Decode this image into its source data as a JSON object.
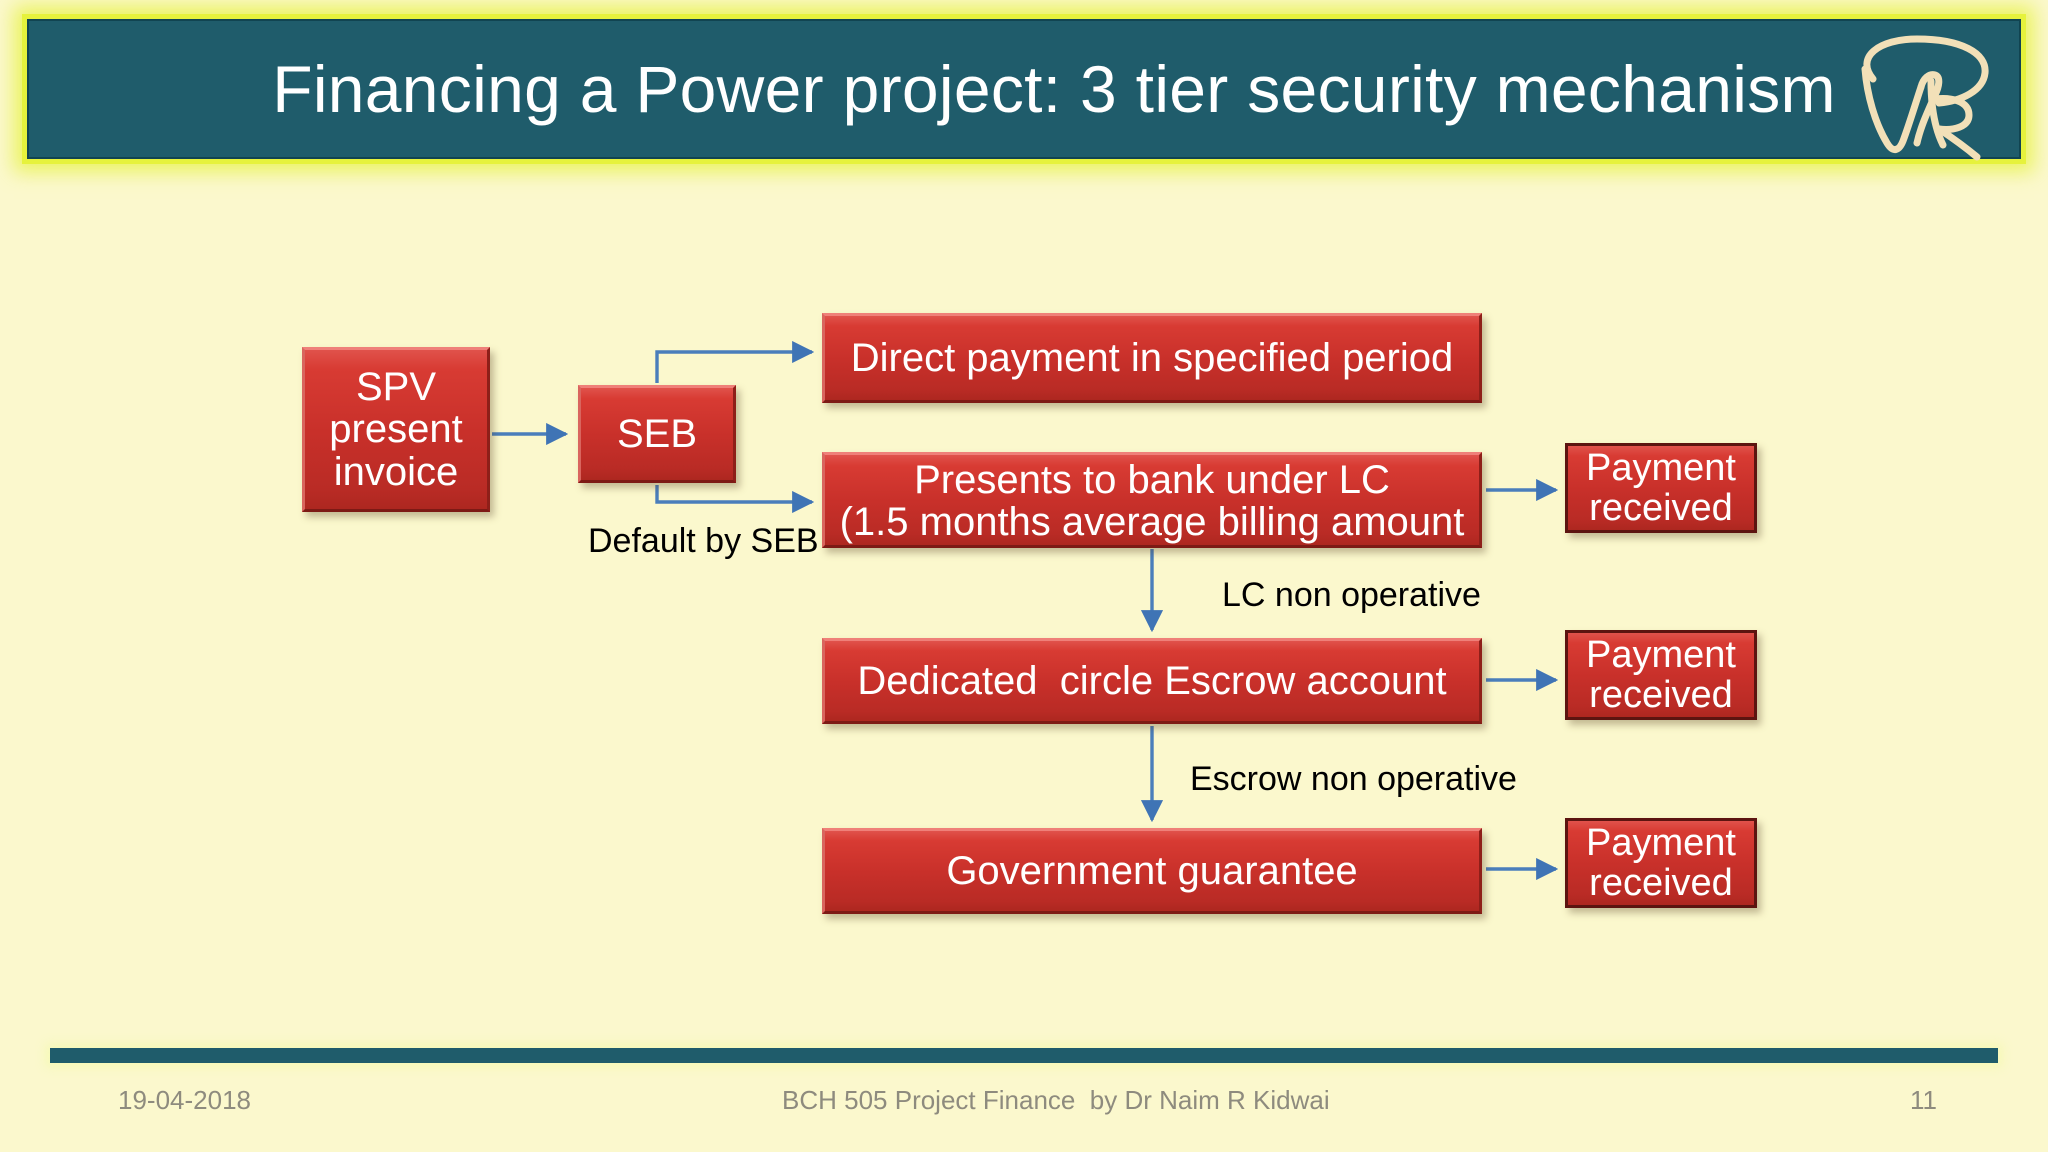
{
  "slide": {
    "background_color": "#fbf8cd",
    "accent_teal": "#1f5c6b",
    "accent_yellow": "#e6f23c",
    "box_red": "#c8302a"
  },
  "header": {
    "title": "Financing a Power project: 3 tier security mechanism",
    "logo_name": "vr-monogram-logo"
  },
  "diagram": {
    "boxes": {
      "spv": "SPV\npresent\ninvoice",
      "seb": "SEB",
      "direct_payment": "Direct payment in specified period",
      "bank_lc": "Presents to bank under LC\n(1.5 months average billing amount",
      "escrow": "Dedicated  circle Escrow account",
      "government_guarantee": "Government guarantee",
      "payment_received_1": "Payment\nreceived",
      "payment_received_2": "Payment\nreceived",
      "payment_received_3": "Payment\nreceived"
    },
    "edge_labels": {
      "default_by_seb": "Default by SEB",
      "lc_non_operative": "LC non operative",
      "escrow_non_operative": "Escrow non operative"
    }
  },
  "footer": {
    "date": "19-04-2018",
    "center": "BCH 505 Project Finance  by Dr Naim R Kidwai",
    "page_number": "11"
  }
}
